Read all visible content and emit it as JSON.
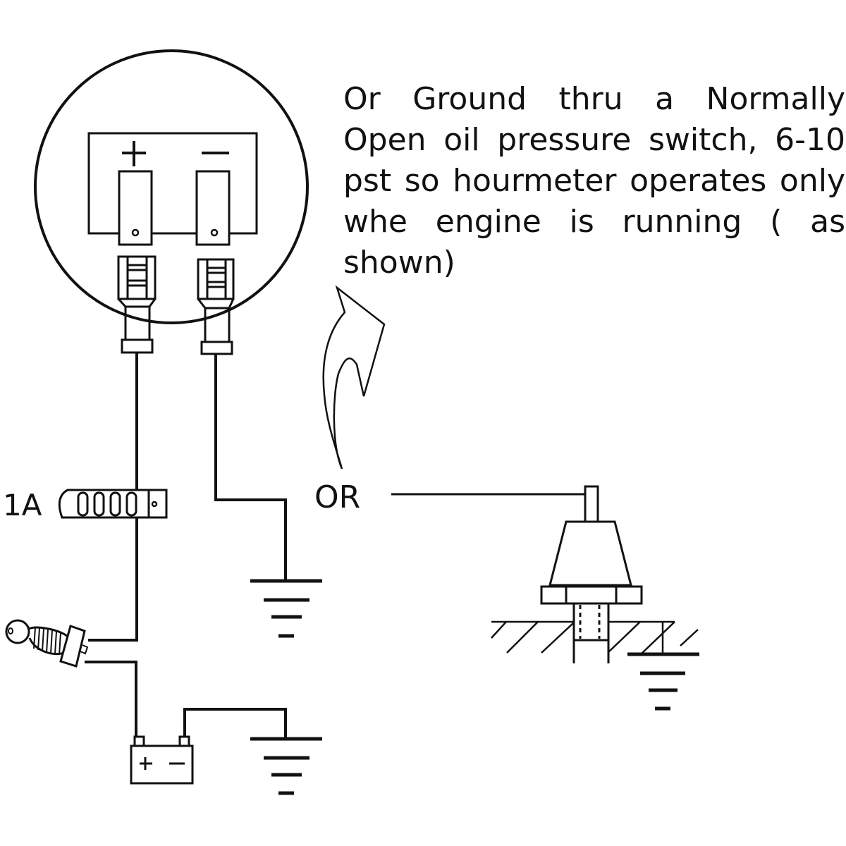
{
  "note": {
    "text": "Or Ground thru a Normally Open oil pressure switch, 6-10 pst so hourmeter operates only whe engine is running ( as shown)"
  },
  "labels": {
    "or": "OR",
    "fuse_rating": "1A",
    "meter_positive": "+",
    "meter_negative": "−",
    "battery_positive": "+",
    "battery_negative": "−"
  },
  "components": [
    {
      "name": "hourmeter",
      "terminals": [
        "+",
        "−"
      ]
    },
    {
      "name": "inline-fuse",
      "rating": "1A"
    },
    {
      "name": "ignition-key-switch"
    },
    {
      "name": "battery"
    },
    {
      "name": "ground-symbol-meter"
    },
    {
      "name": "ground-symbol-battery"
    },
    {
      "name": "oil-pressure-switch",
      "type": "Normally Open"
    },
    {
      "name": "ground-symbol-engine"
    }
  ],
  "colors": {
    "line": "#111111",
    "background": "#ffffff"
  }
}
